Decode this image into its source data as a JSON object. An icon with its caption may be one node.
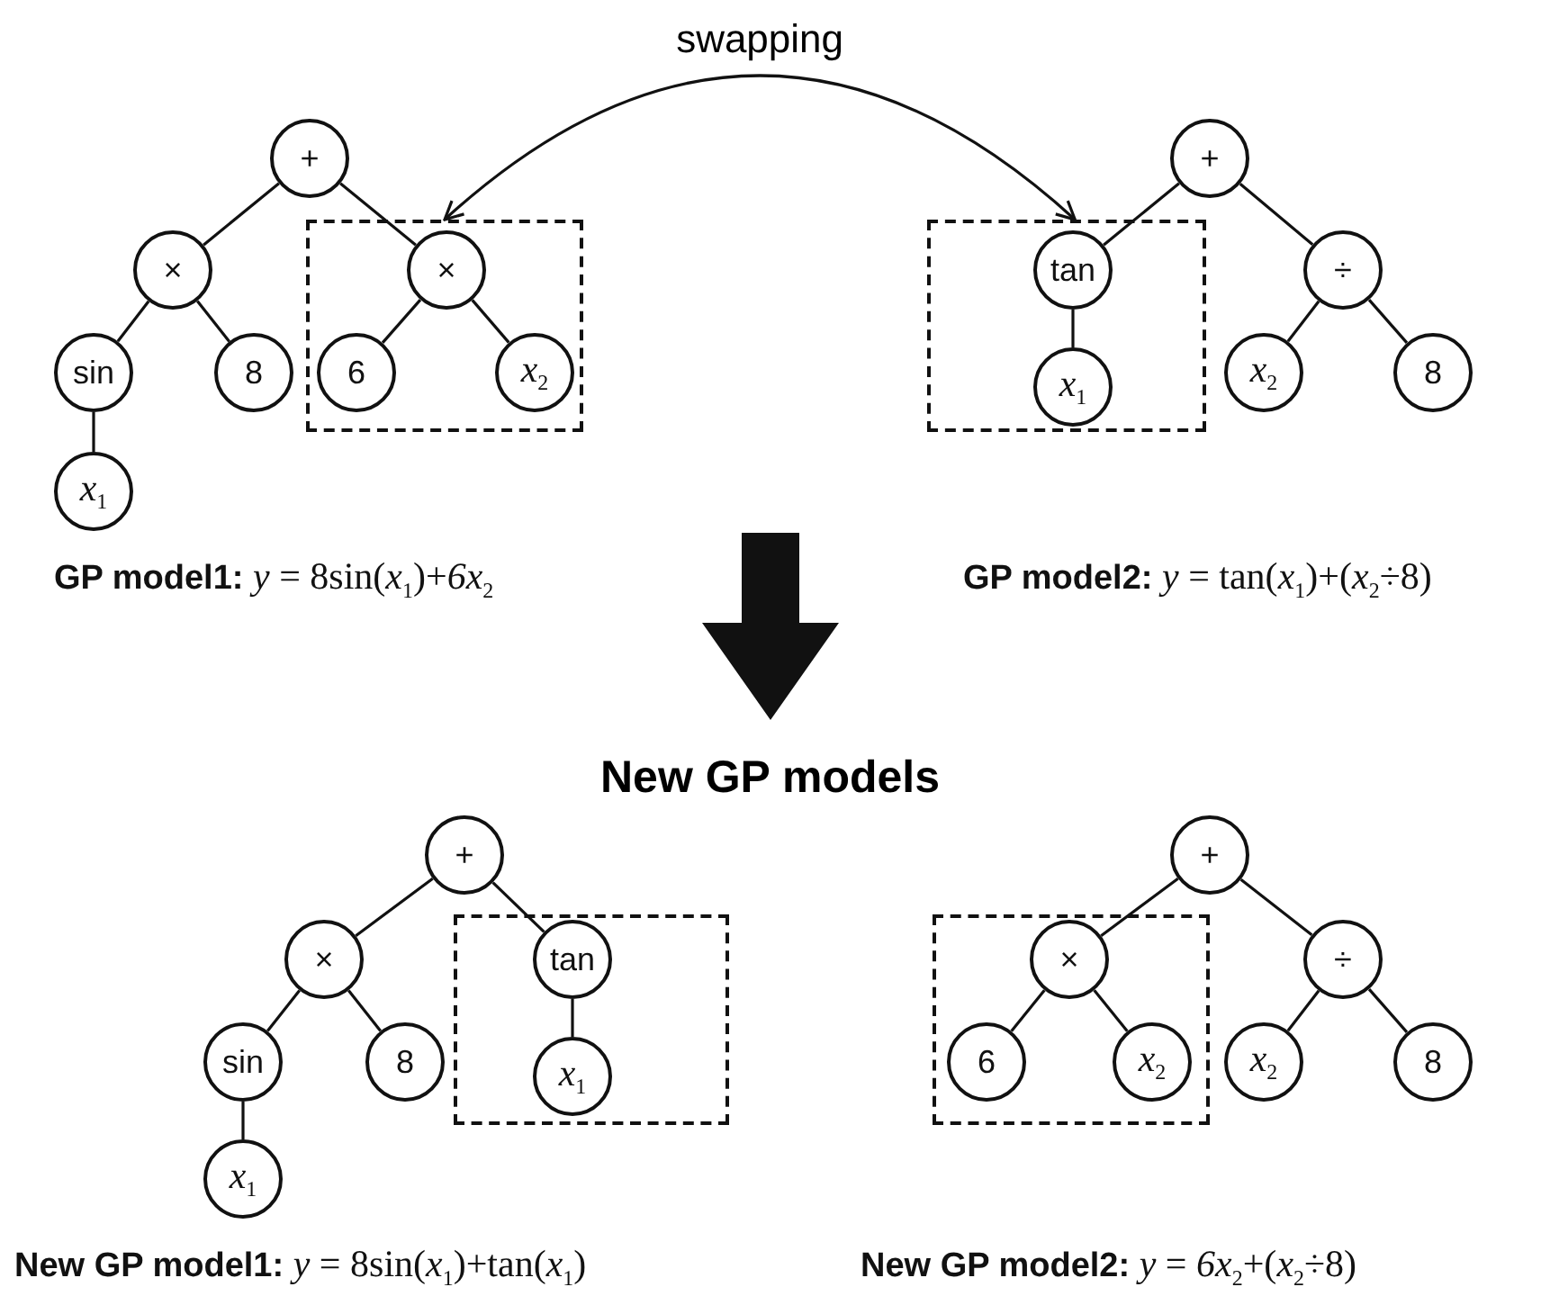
{
  "diagram": {
    "nodes": [
      {
        "text": [
          "+"
        ]
      },
      {
        "text": [
          "×"
        ]
      },
      {
        "text": [
          "sin"
        ]
      },
      {
        "text": [
          "*x*$_{1}$"
        ]
      },
      {
        "text": [
          "8"
        ]
      },
      {
        "text": [],
        "shape": "box"
      },
      {
        "text": [
          "×"
        ],
        "in": 5
      },
      {
        "text": [
          "6"
        ],
        "in": 5
      },
      {
        "text": [
          "*x*$_{2}$"
        ],
        "in": 5
      },
      {
        "text": [
          "+"
        ]
      },
      {
        "text": [],
        "shape": "box"
      },
      {
        "text": [
          "tan"
        ],
        "in": 10
      },
      {
        "text": [
          "*x*$_{1}$"
        ],
        "in": 10
      },
      {
        "text": [
          "÷"
        ]
      },
      {
        "text": [
          "*x*$_{2}$"
        ]
      },
      {
        "text": [
          "8"
        ]
      },
      {
        "text": [
          "+"
        ]
      },
      {
        "text": [
          "×"
        ]
      },
      {
        "text": [
          "sin"
        ]
      },
      {
        "text": [
          "*x*$_{1}$"
        ]
      },
      {
        "text": [
          "8"
        ]
      },
      {
        "text": [],
        "shape": "box"
      },
      {
        "text": [
          "tan"
        ],
        "in": 21
      },
      {
        "text": [
          "*x*$_{1}$"
        ],
        "in": 21
      },
      {
        "text": [
          "+"
        ]
      },
      {
        "text": [],
        "shape": "box"
      },
      {
        "text": [
          "×"
        ],
        "in": 25
      },
      {
        "text": [
          "6"
        ],
        "in": 25
      },
      {
        "text": [
          "*x*$_{2}$"
        ],
        "in": 25
      },
      {
        "text": [
          "÷"
        ]
      },
      {
        "text": [
          "*x*$_{2}$"
        ]
      },
      {
        "text": [
          "8"
        ]
      }
    ],
    "edges": [
      {
        "from": 0,
        "to": 1,
        "arrow": "none"
      },
      {
        "from": 0,
        "to": 6,
        "arrow": "none"
      },
      {
        "from": 1,
        "to": 2,
        "arrow": "none"
      },
      {
        "from": 1,
        "to": 4,
        "arrow": "none"
      },
      {
        "from": 2,
        "to": 3,
        "arrow": "none"
      },
      {
        "from": 6,
        "to": 7,
        "arrow": "none"
      },
      {
        "from": 6,
        "to": 8,
        "arrow": "none"
      },
      {
        "from": 5,
        "to": 10,
        "arrow": "both",
        "label": "swapping"
      },
      {
        "from": 9,
        "to": 11,
        "arrow": "none"
      },
      {
        "from": 9,
        "to": 13,
        "arrow": "none"
      },
      {
        "from": 11,
        "to": 12,
        "arrow": "none"
      },
      {
        "from": 13,
        "to": 14,
        "arrow": "none"
      },
      {
        "from": 13,
        "to": 15,
        "arrow": "none"
      },
      {
        "from": 16,
        "to": 17,
        "arrow": "none"
      },
      {
        "from": 16,
        "to": 22,
        "arrow": "none"
      },
      {
        "from": 17,
        "to": 18,
        "arrow": "none"
      },
      {
        "from": 17,
        "to": 20,
        "arrow": "none"
      },
      {
        "from": 18,
        "to": 19,
        "arrow": "none"
      },
      {
        "from": 22,
        "to": 23,
        "arrow": "none"
      },
      {
        "from": 24,
        "to": 26,
        "arrow": "none"
      },
      {
        "from": 24,
        "to": 29,
        "arrow": "none"
      },
      {
        "from": 26,
        "to": 27,
        "arrow": "none"
      },
      {
        "from": 26,
        "to": 28,
        "arrow": "none"
      },
      {
        "from": 29,
        "to": 30,
        "arrow": "none"
      },
      {
        "from": 29,
        "to": 31,
        "arrow": "none"
      }
    ],
    "labels": [
      "**GP model1:** *y* = 8sin(*x*$_{1}$)+*6x*$_{2}$",
      "**GP model2:** *y* = tan(*x*$_{1}$)+(*x*$_{2}$÷8)",
      "New GP models",
      "**New GP model1:** *y* = 8sin(*x*$_{1}$)+tan(*x*$_{1}$)",
      "**New GP model2:** *y* = *6x*$_{2}$+(*x*$_{2}$÷8)"
    ]
  }
}
